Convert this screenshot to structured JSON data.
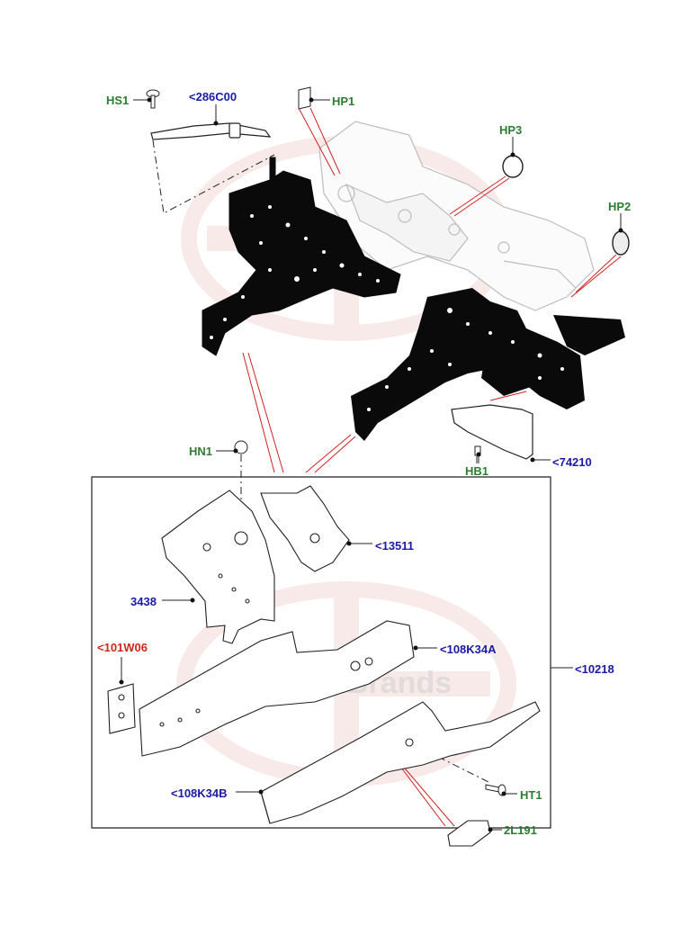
{
  "colors": {
    "green_label": "#2e7d32",
    "blue_label": "#1a1aa6",
    "red_label": "#cc2a1a",
    "leader": "#d32020",
    "outline": "#222222",
    "faded_outline": "#b5b5b5",
    "fill_black": "#0a0a0a"
  },
  "labels": {
    "hs1": "HS1",
    "c286c00": "<286C00",
    "hp1": "HP1",
    "hp3": "HP3",
    "hp2": "HP2",
    "hn1": "HN1",
    "hb1": "HB1",
    "c74210": "<74210",
    "c13511": "<13511",
    "p3438": "3438",
    "c101w06": "<101W06",
    "c108k34a": "<108K34A",
    "c10218": "<10218",
    "c108k34b": "<108K34B",
    "ht1": "HT1",
    "p2l191": "2L191"
  },
  "watermark": {
    "text": "British Brands"
  }
}
